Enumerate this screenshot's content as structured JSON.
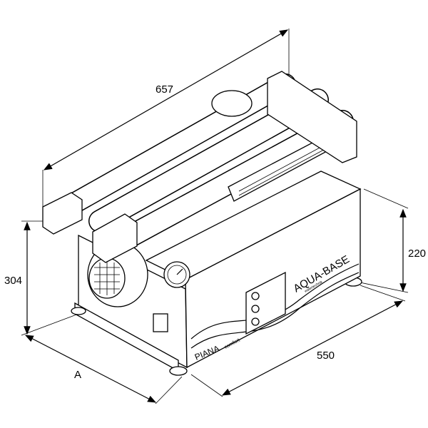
{
  "dimensions": {
    "length": "657",
    "height_total": "304",
    "height_cabinet": "220",
    "width": "550",
    "depth": "A"
  },
  "branding": {
    "brand": "AQUA-BASE",
    "brand_sub": "watertechnik",
    "model": "PIANA",
    "model_variant": "comfort"
  },
  "colors": {
    "line": "#000000",
    "background": "#ffffff"
  }
}
